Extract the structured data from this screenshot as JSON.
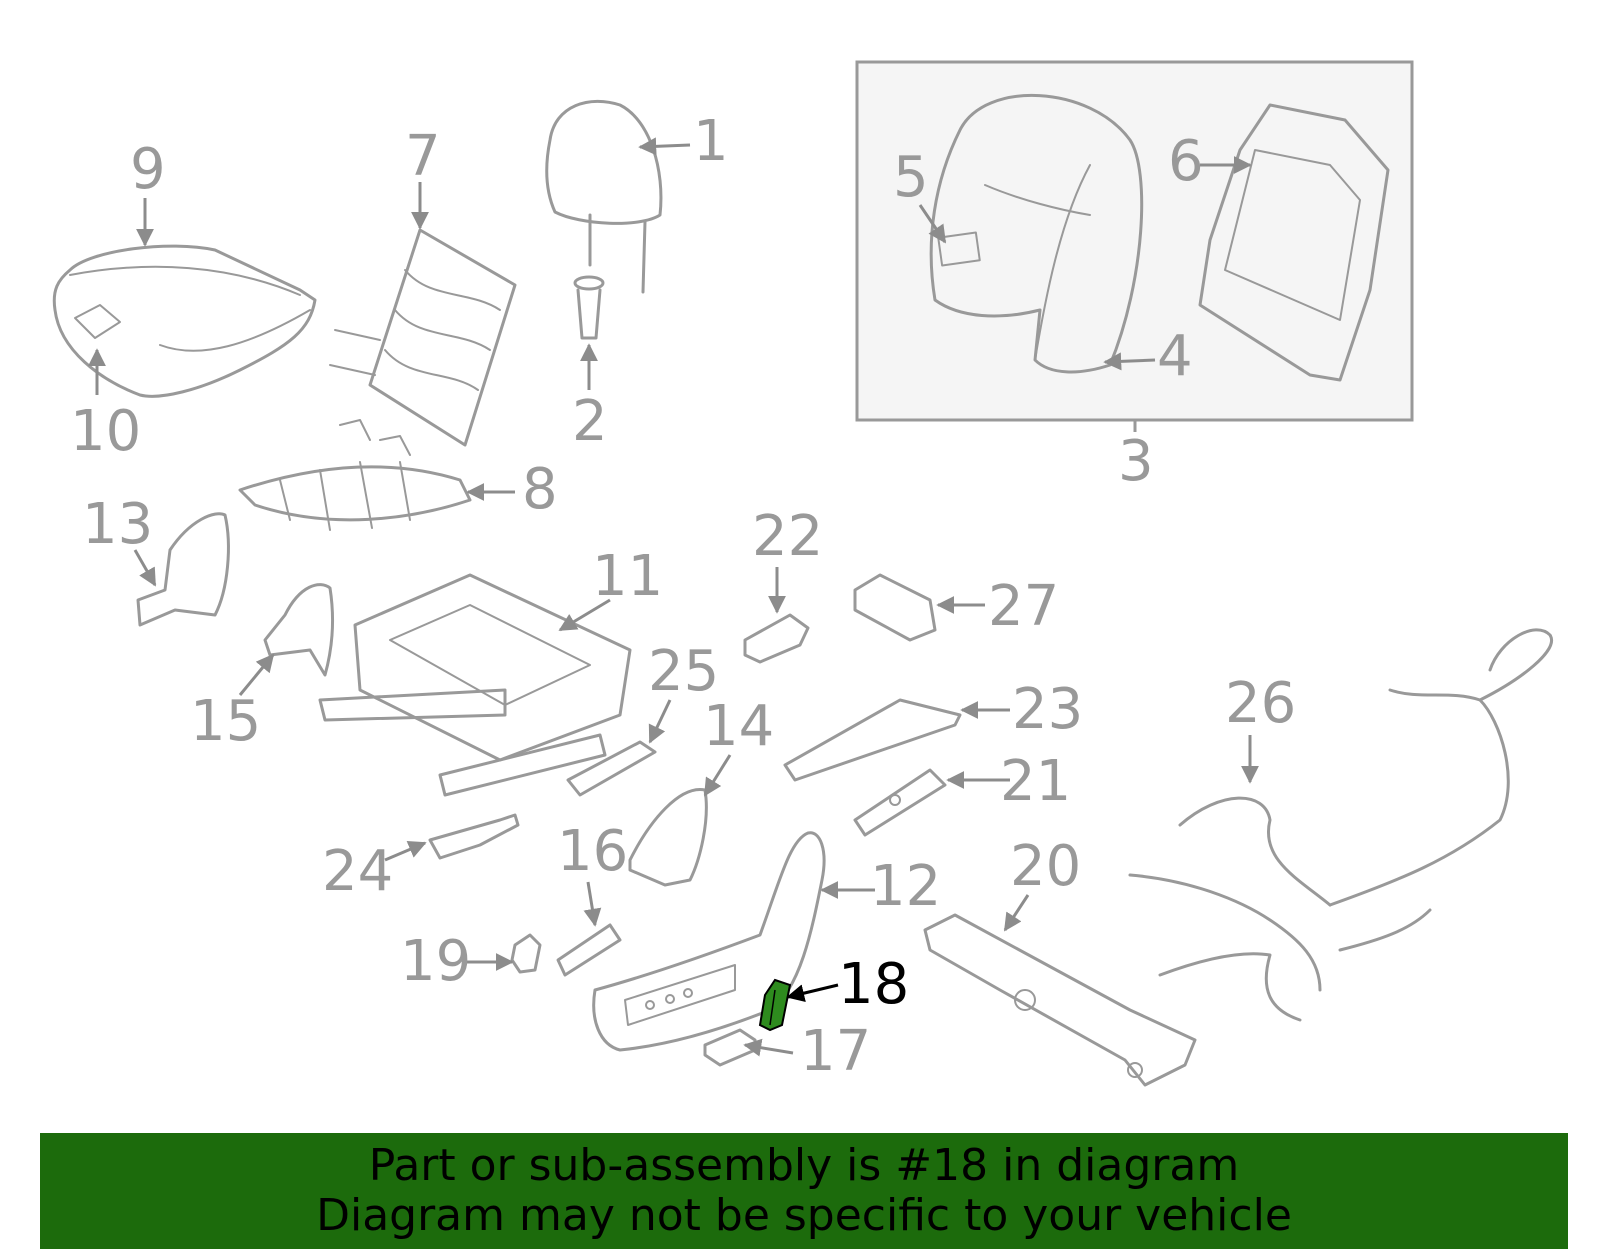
{
  "callouts": {
    "n1": "1",
    "n2": "2",
    "n3": "3",
    "n4": "4",
    "n5": "5",
    "n6": "6",
    "n7": "7",
    "n8": "8",
    "n9": "9",
    "n10": "10",
    "n11": "11",
    "n12": "12",
    "n13": "13",
    "n14": "14",
    "n15": "15",
    "n16": "16",
    "n17": "17",
    "n18": "18",
    "n19": "19",
    "n20": "20",
    "n21": "21",
    "n22": "22",
    "n23": "23",
    "n24": "24",
    "n25": "25",
    "n26": "26",
    "n27": "27"
  },
  "highlighted_part": "18",
  "colors": {
    "line": "#999999",
    "highlight": "#2e8b1e",
    "banner": "#1c6b0c",
    "inset_bg": "#f5f5f5"
  },
  "banner": {
    "line1": "Part or sub-assembly is #18 in diagram",
    "line2": "Diagram may not be specific to your vehicle"
  }
}
